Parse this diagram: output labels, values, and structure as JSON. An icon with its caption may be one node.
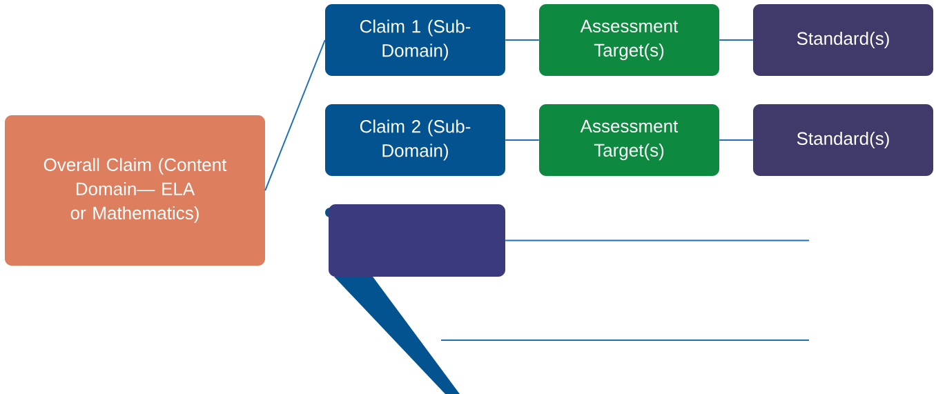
{
  "diagram": {
    "nodes": [
      {
        "text": [
          "Overall Claim (Content Domain— ELA or Mathematics)"
        ]
      },
      {
        "text": [
          "Claim 1 (Sub-Domain)"
        ]
      },
      {
        "text": [
          "Assessment Target(s)"
        ]
      },
      {
        "text": [
          "Standard(s)"
        ]
      },
      {
        "text": [
          "Claim 2 (Sub-Domain)"
        ]
      },
      {
        "text": [
          "Assessment Target(s)"
        ]
      },
      {
        "text": [
          "Standard(s)"
        ]
      },
      {
        "text": [],
        "shape": "box"
      }
    ],
    "edges": [
      {
        "from": 0,
        "to": 1,
        "arrow": "none"
      },
      {
        "from": 1,
        "to": 2,
        "arrow": "none"
      },
      {
        "from": 2,
        "to": 3,
        "arrow": "none"
      },
      {
        "from": 4,
        "to": 5,
        "arrow": "none"
      },
      {
        "from": 5,
        "to": 6,
        "arrow": "none"
      },
      {
        "from": 7,
        "to": null,
        "arrow": "none"
      }
    ]
  }
}
